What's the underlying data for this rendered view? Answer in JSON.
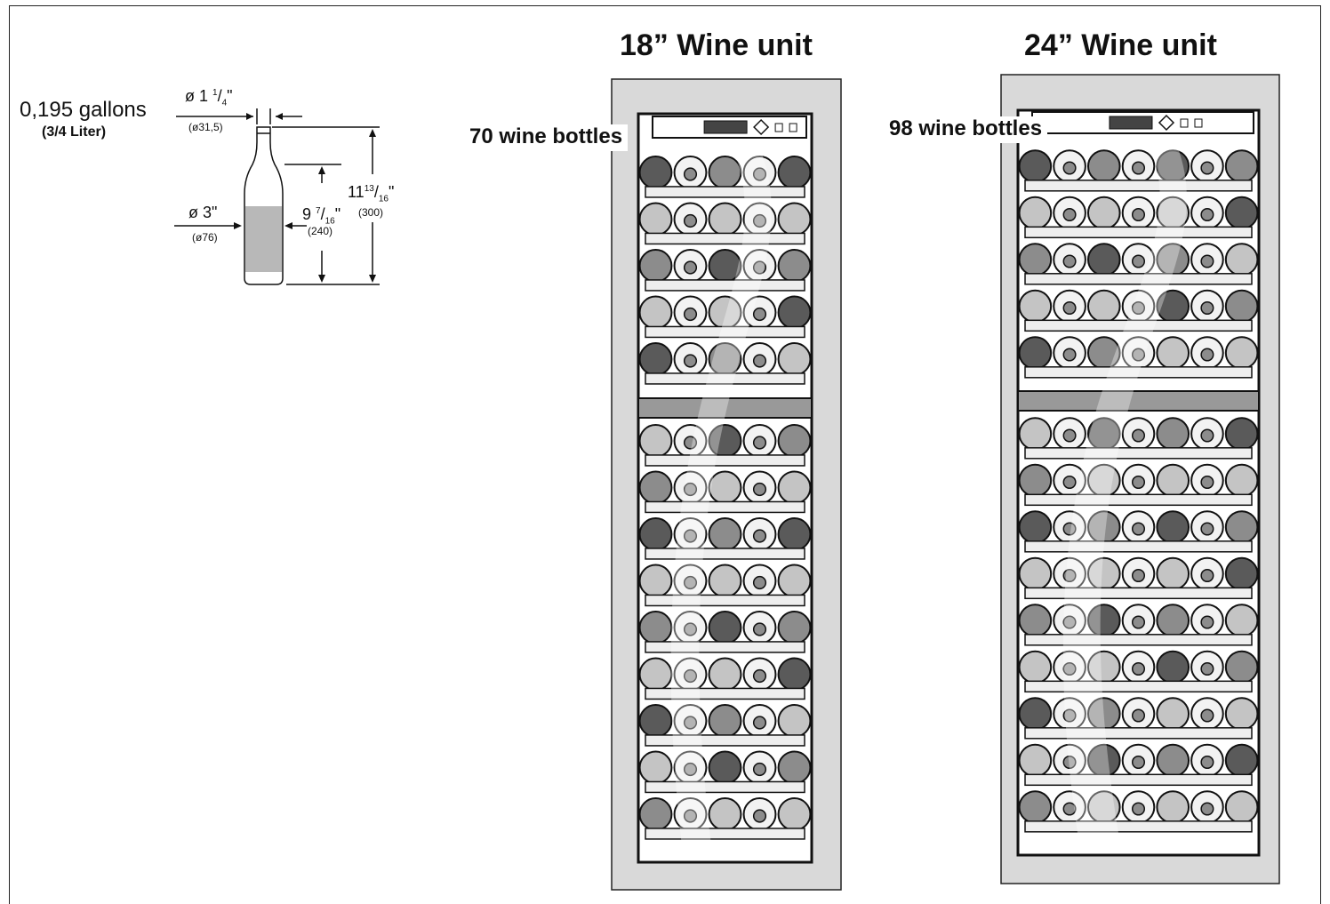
{
  "units": [
    {
      "title": "18” Wine unit",
      "capacity": "70 wine bottles",
      "columns": 5
    },
    {
      "title": "24” Wine unit",
      "capacity": "98 wine bottles",
      "columns": 7
    }
  ],
  "bottle": {
    "volume": "0,195 gallons",
    "volume_alt_open": "(",
    "volume_alt": "3/4 Liter",
    "volume_alt_close": ")",
    "neck_whole": "ø 1",
    "neck_num": "1",
    "neck_den": "4",
    "neck_unit": "\"",
    "neck_metric": "(ø31,5)",
    "body_whole": "ø 3\"",
    "body_metric": "(ø76)",
    "shoulder_whole": "9",
    "shoulder_num": "7",
    "shoulder_den": "16",
    "shoulder_unit": "\"",
    "shoulder_metric": "(240)",
    "height_whole": "11",
    "height_num": "13",
    "height_den": "16",
    "height_unit": "\"",
    "height_metric": "(300)"
  },
  "colors": {
    "cabinet_fill": "#d9d9d9",
    "bottle_dark": "#5a5a5a",
    "bottle_mid": "#8c8c8c",
    "bottle_light": "#c4c4c4",
    "label_band": "#b8b8b8"
  }
}
